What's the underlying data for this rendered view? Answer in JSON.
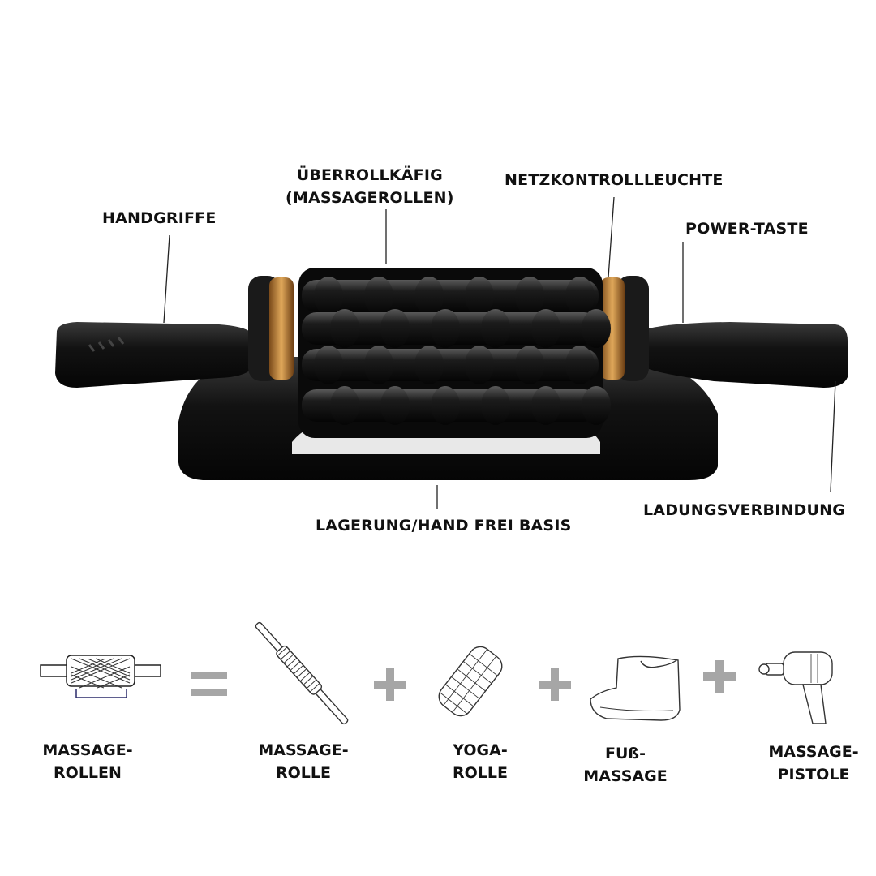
{
  "callouts": {
    "handles": "HANDGRIFFE",
    "roller_cage_line1": "ÜBERROLLKÄFIG",
    "roller_cage_line2": "(MASSAGEROLLEN)",
    "power_indicator": "NETZKONTROLLLEUCHTE",
    "power_button": "POWER-TASTE",
    "charging_port": "LADUNGSVERBINDUNG",
    "base": "LAGERUNG/HAND FREI BASIS"
  },
  "equation": {
    "items": [
      {
        "icon": "massage-rollers-device-icon",
        "line1": "MASSAGE-",
        "line2": "ROLLEN"
      },
      {
        "icon": "massage-stick-icon",
        "line1": "MASSAGE-",
        "line2": "ROLLE"
      },
      {
        "icon": "yoga-roller-icon",
        "line1": "YOGA-",
        "line2": "ROLLE"
      },
      {
        "icon": "foot-massager-icon",
        "line1": "FUß-",
        "line2": "MASSAGE"
      },
      {
        "icon": "massage-gun-icon",
        "line1": "MASSAGE-",
        "line2": "PISTOLE"
      }
    ],
    "equals_icon": "equals-icon",
    "plus_icon": "plus-icon"
  },
  "colors": {
    "device_body": "#111111",
    "gold_ring": "#c9893a",
    "operator_gray": "#a6a6a6"
  }
}
